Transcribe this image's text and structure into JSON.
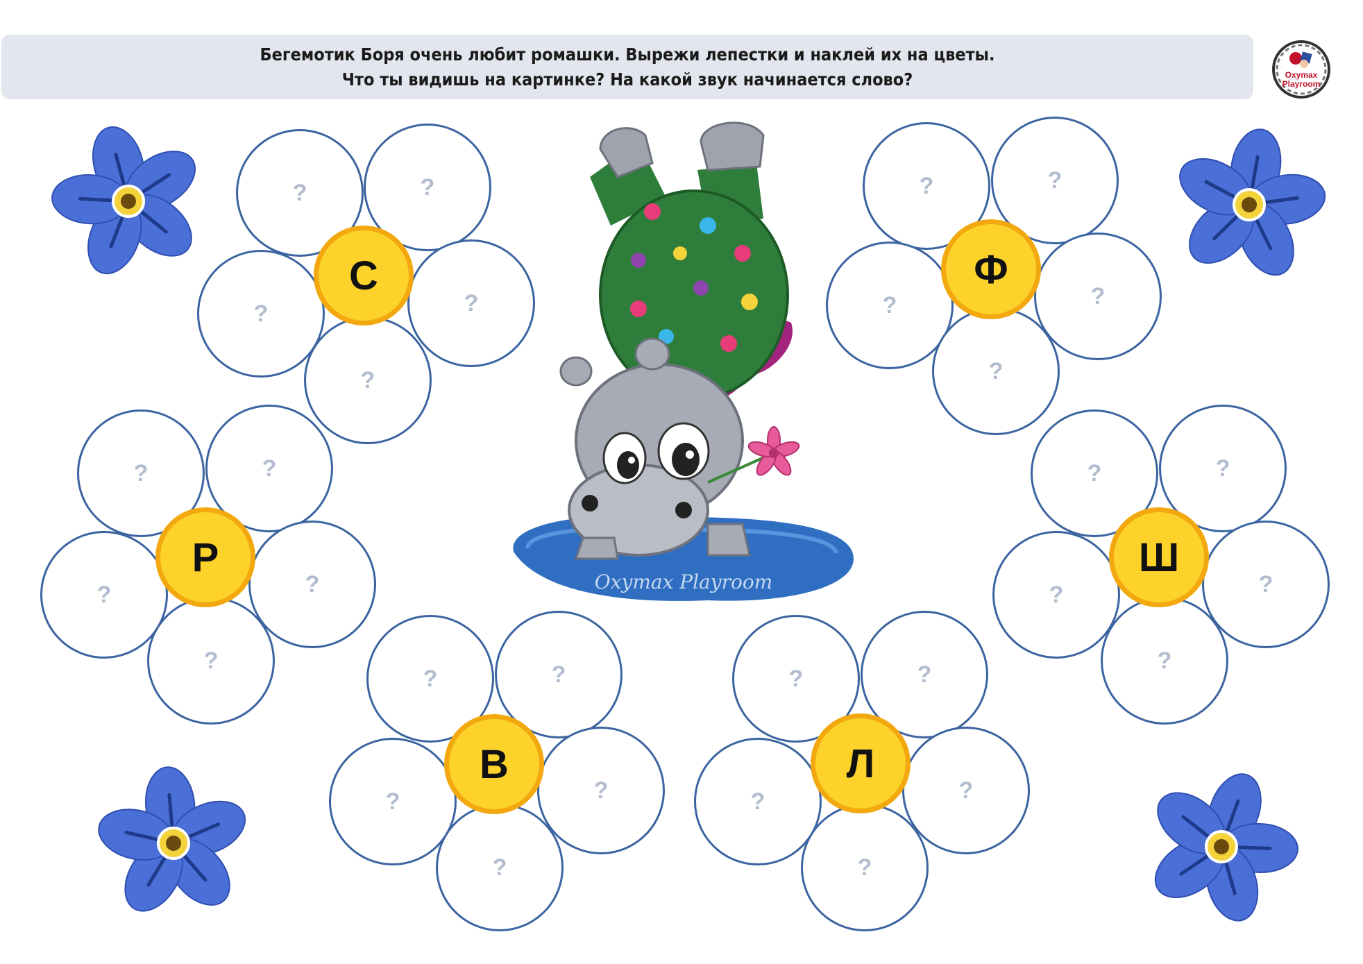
{
  "header": {
    "line1": "Бегемотик Боря очень любит ромашки. Вырежи лепестки и наклей их на цветы.",
    "line2": "Что ты видишь на картинке? На какой звук начинается слово?"
  },
  "logo": {
    "line1": "Oxymax",
    "line2": "Playroom"
  },
  "illustration": {
    "watermark": "Oxymax Playroom"
  },
  "petal_mark": "?",
  "flowers": [
    {
      "letter": "С"
    },
    {
      "letter": "Ф"
    },
    {
      "letter": "Р"
    },
    {
      "letter": "Ш"
    },
    {
      "letter": "В"
    },
    {
      "letter": "Л"
    }
  ],
  "colors": {
    "header_bg": "#e3e6ee",
    "petal_border": "#3b64a0",
    "center_fill": "#fdd22a",
    "center_border": "#f2a80e",
    "decor_flower": "#4a6fd6"
  }
}
